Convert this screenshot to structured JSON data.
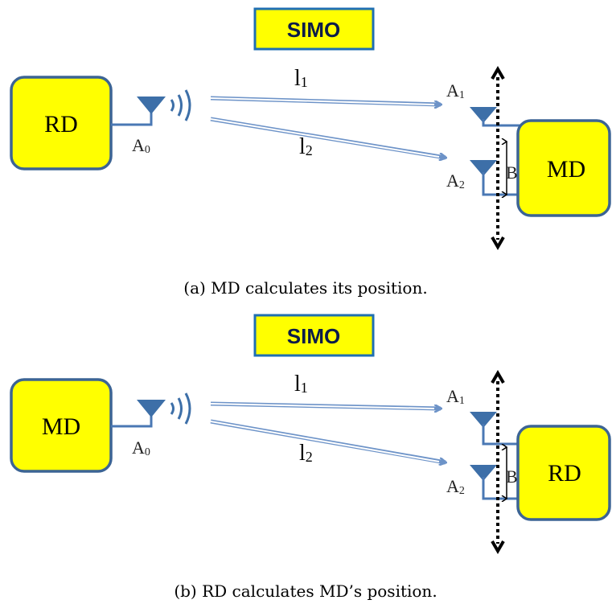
{
  "panel_a": {
    "simo_label": "SIMO",
    "left_device": "RD",
    "right_device": "MD",
    "tx_antenna": {
      "letter": "A",
      "sub": "0"
    },
    "rx_antenna_1": {
      "letter": "A",
      "sub": "1"
    },
    "rx_antenna_2": {
      "letter": "A",
      "sub": "2"
    },
    "path_1": {
      "letter": "l",
      "sub": "1"
    },
    "path_2": {
      "letter": "l",
      "sub": "2"
    },
    "spacing_label": "B",
    "caption": "(a) MD calculates its position."
  },
  "panel_b": {
    "simo_label": "SIMO",
    "left_device": "MD",
    "right_device": "RD",
    "tx_antenna": {
      "letter": "A",
      "sub": "0"
    },
    "rx_antenna_1": {
      "letter": "A",
      "sub": "1"
    },
    "rx_antenna_2": {
      "letter": "A",
      "sub": "2"
    },
    "path_1": {
      "letter": "l",
      "sub": "1"
    },
    "path_2": {
      "letter": "l",
      "sub": "2"
    },
    "spacing_label": "B",
    "caption": "(b) RD calculates MD’s position."
  },
  "colors": {
    "device_fill": "#ffff00",
    "device_stroke": "#3c6494",
    "antenna": "#3d6fa8",
    "signal": "#6d93c8"
  }
}
